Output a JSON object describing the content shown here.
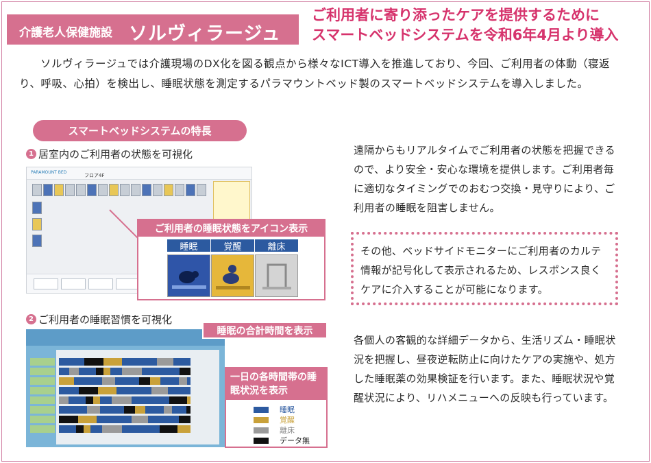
{
  "header": {
    "facility_type": "介護老人保健施設",
    "facility_name": "ソルヴィラージュ",
    "headline_line1": "ご利用者に寄り添ったケアを提供するために",
    "headline_line2": "スマートベッドシステムを令和6年4月より導入"
  },
  "intro": "ソルヴィラージュでは介護現場のDX化を図る観点から様々なICT導入を推進しており、今回、ご利用者の体動（寝返り、呼吸、心拍）を検出し、睡眠状態を測定するパラマウントベッド製のスマートベッドシステムを導入しました。",
  "features_title": "スマートベッドシステムの特長",
  "section1": {
    "number": "1",
    "title": "居室内のご利用者の状態を可視化",
    "screen_floor": "フロア4F",
    "screen_logo": "PARAMOUNT BED",
    "callout_title": "ご利用者の睡眠状態をアイコン表示",
    "states": [
      "睡眠",
      "覚醒",
      "離床"
    ],
    "text": "遠隔からもリアルタイムでご利用者の状態を把握できるので、より安全・安心な環境を提供します。ご利用者毎に適切なタイミングでのおむつ交換・見守りにより、ご利用者の睡眠を阻害しません。",
    "note": "その他、ベッドサイドモニターにご利用者のカルテ情報が記号化して表示されるため、レスポンス良くケアに介入することが可能になります。"
  },
  "section2": {
    "number": "2",
    "title": "ご利用者の睡眠習慣を可視化",
    "callout_total": "睡眠の合計時間を表示",
    "callout_hourly": "一日の各時間帯の睡眠状況を表示",
    "legend": [
      {
        "label": "睡眠",
        "color": "#2c5aa0"
      },
      {
        "label": "覚醒",
        "color": "#c9a13a"
      },
      {
        "label": "離床",
        "color": "#9a9a9a"
      },
      {
        "label": "データ無",
        "color": "#111111"
      }
    ],
    "text": "各個人の客観的な詳細データから、生活リズム・睡眠状況を把握し、昼夜逆転防止に向けたケアの実施や、処方した睡眠薬の効果検証を行います。また、睡眠状況や覚醒状況により、リハメニューへの反映も行っています。"
  },
  "colors": {
    "accent": "#d6708f",
    "headline": "#d6336c",
    "sleep": "#2c5aa0",
    "awake": "#c9a13a"
  }
}
